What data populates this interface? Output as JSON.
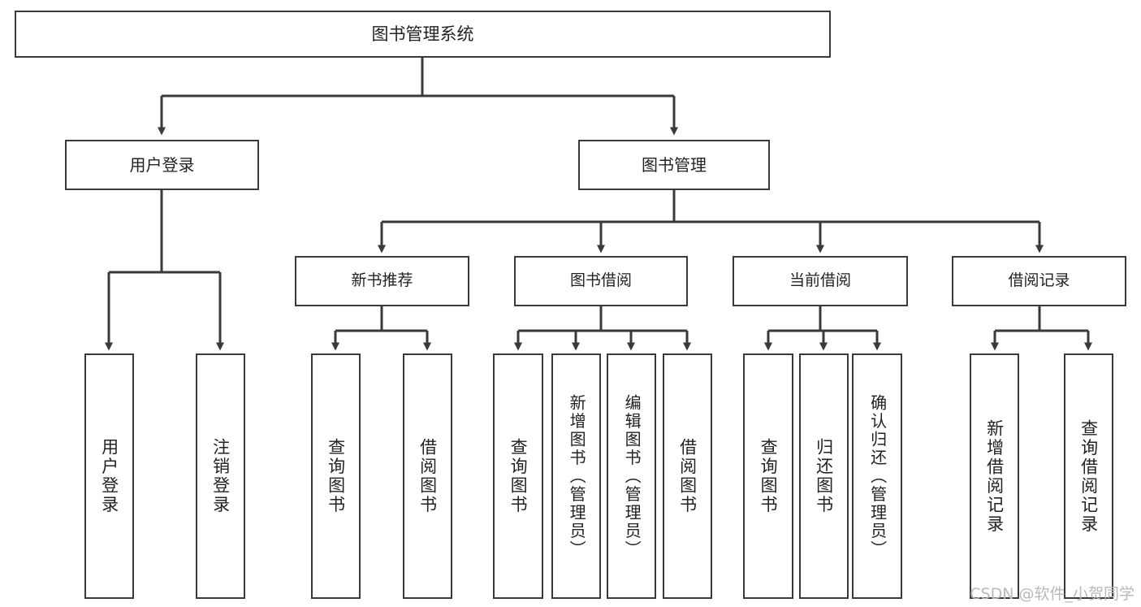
{
  "diagram": {
    "title": "图书管理系统",
    "type": "tree-hierarchy",
    "root": {
      "label": "图书管理系统"
    },
    "level1": [
      {
        "label": "用户登录"
      },
      {
        "label": "图书管理"
      }
    ],
    "level2": [
      {
        "label": "新书推荐"
      },
      {
        "label": "图书借阅"
      },
      {
        "label": "当前借阅"
      },
      {
        "label": "借阅记录"
      }
    ],
    "leaves": {
      "user_login": [
        {
          "label": "用户登录"
        },
        {
          "label": "注销登录"
        }
      ],
      "new_book_recommend": [
        {
          "label": "查询图书"
        },
        {
          "label": "借阅图书"
        }
      ],
      "book_borrow": [
        {
          "label": "查询图书"
        },
        {
          "label": "新增图书（管理员）"
        },
        {
          "label": "编辑图书（管理员）"
        },
        {
          "label": "借阅图书"
        }
      ],
      "current_borrow": [
        {
          "label": "查询图书"
        },
        {
          "label": "归还图书"
        },
        {
          "label": "确认归还（管理员）"
        }
      ],
      "borrow_record": [
        {
          "label": "新增借阅记录"
        },
        {
          "label": "查询借阅记录"
        }
      ]
    }
  },
  "watermark": {
    "text": "CSDN @软件_小贺同学"
  },
  "colors": {
    "background": "#ffffff",
    "node_border": "#3a3a3a",
    "node_fill": "#ffffff",
    "connector": "#3a3a3a",
    "text": "#222222",
    "watermark": "#b9b9b9"
  }
}
